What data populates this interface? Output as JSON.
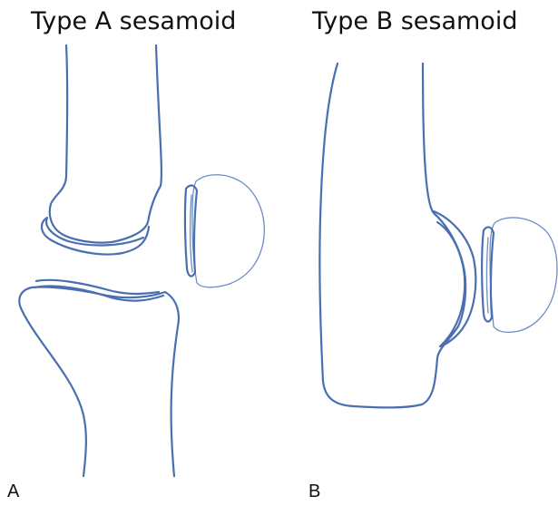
{
  "figure": {
    "panel_a": {
      "title": "Type A sesamoid",
      "letter": "A"
    },
    "panel_b": {
      "title": "Type B sesamoid",
      "letter": "B"
    }
  },
  "colors": {
    "outline": "#4a6fb0",
    "outline_light": "#6d8cc4",
    "text": "#111111",
    "background": "#ffffff"
  }
}
